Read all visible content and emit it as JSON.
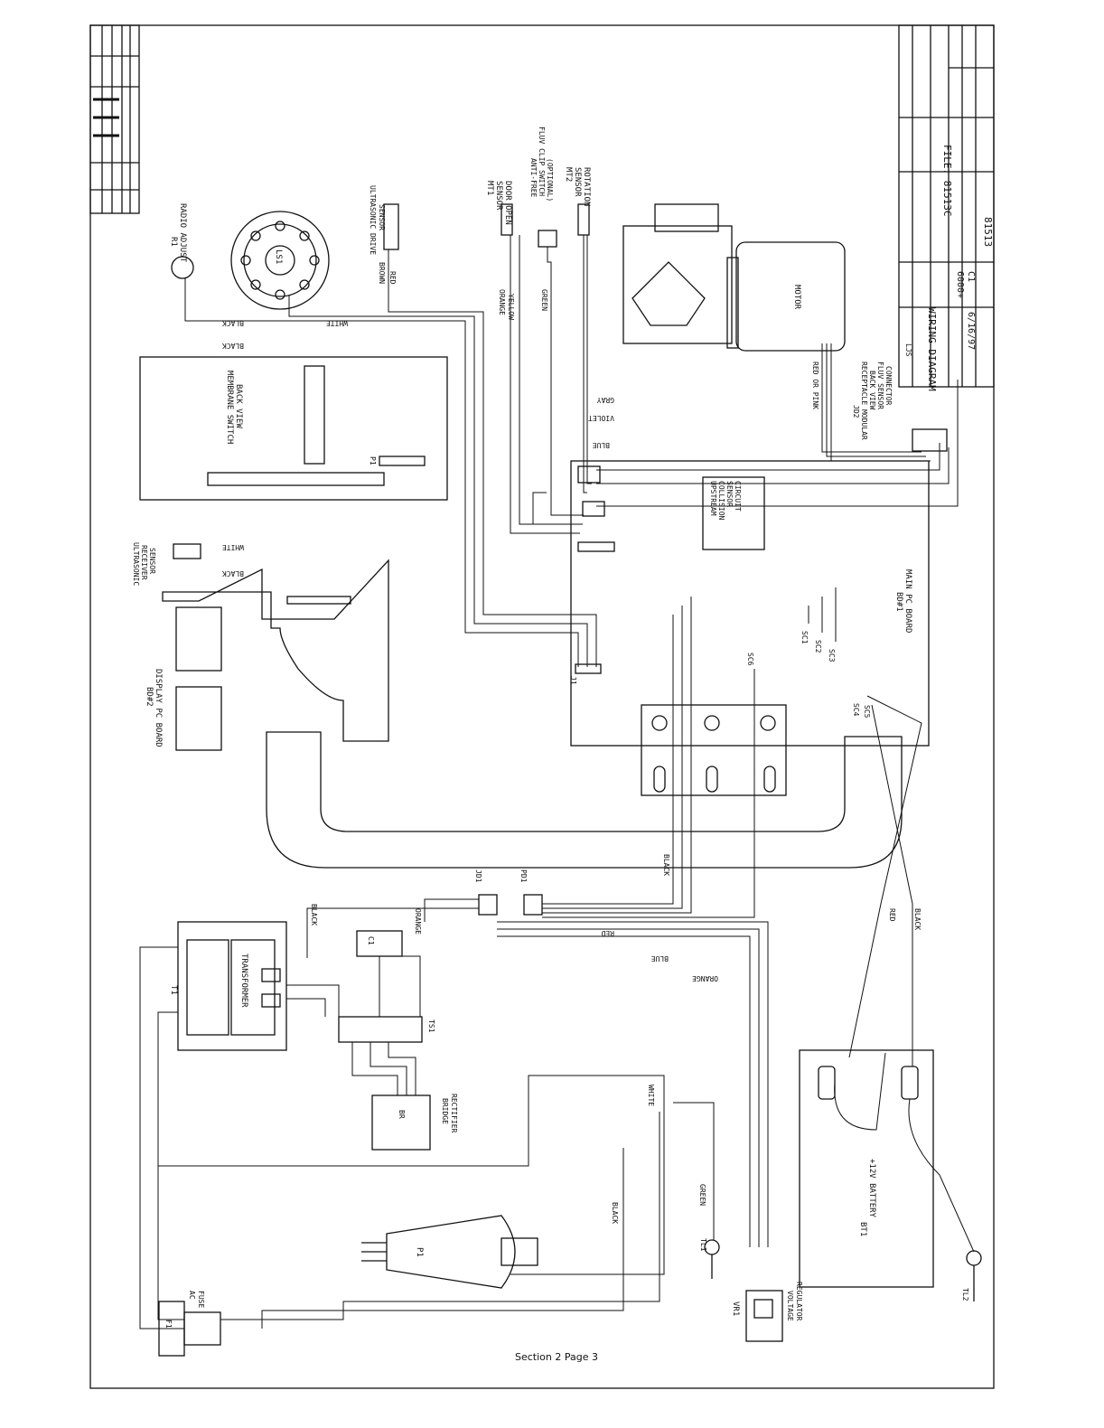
{
  "footer": "Section 2 Page 3",
  "title_block": {
    "file": "FILE: 81513C",
    "title": "WIRING DIAGRAM",
    "model": "6000+",
    "date": "6/16/97",
    "rev": "C1",
    "drawing_no": "81513",
    "drawn_by": "LJS"
  },
  "components": {
    "r1": "R1",
    "r1_desc": "RADIO ADJUST",
    "ls1": "LS1",
    "us_drive": "ULTRASONIC DRIVE",
    "us_drive_sensor": "SENSOR",
    "mt1": "MT1",
    "mt1_desc1": "SENSOR",
    "mt1_desc2": "DOOR OPEN",
    "anti_free1": "ANTI-FREE",
    "anti_free2": "FLUV CLIP SWITCH",
    "anti_free3": "(OPTIONAL)",
    "mt2": "MT2",
    "mt2_desc1": "SENSOR",
    "mt2_desc2": "ROTATION",
    "motor": "MOTOR",
    "membrane1": "MEMBRANE SWITCH",
    "membrane2": "BACK VIEW",
    "p1_conn": "P1",
    "us_recv1": "ULTRASONIC",
    "us_recv2": "RECEIVER",
    "us_recv3": "SENSOR",
    "display_pc1": "BD#2",
    "display_pc2": "DISPLAY PC BOARD",
    "upstream1": "UPSTREAM",
    "upstream2": "COLLISION",
    "upstream3": "SENSOR",
    "upstream4": "CIRCUIT",
    "jd2_1": "JD2",
    "jd2_2": "RECEPTACLE MODULAR",
    "jd2_3": "BACK VIEW",
    "jd2_4": "FLUV SENSOR",
    "jd2_5": "CONNECTOR",
    "main_pc1": "BD#1",
    "main_pc2": "MAIN PC BOARD",
    "sc1": "SC1",
    "sc2": "SC2",
    "sc3": "SC3",
    "sc4": "SC4",
    "sc5": "SC5",
    "sc6": "SC6",
    "j1": "J1",
    "jd1": "JD1",
    "pd1": "PD1",
    "t1": "T1",
    "transformer": "TRANSFORMER",
    "c1": "C1",
    "ts1": "TS1",
    "br": "BR",
    "bridge1": "BRIDGE",
    "bridge2": "RECTIFIER",
    "battery1": "BT1",
    "battery2": "+12V BATTERY",
    "p1_plug": "P1",
    "tl1": "TL1",
    "tl2": "TL2",
    "vr1": "VR1",
    "vreg1": "VOLTAGE",
    "vreg2": "REGULATOR",
    "f1": "F1",
    "fuse1": "AC",
    "fuse2": "FUSE"
  },
  "wire_labels": {
    "black": "BLACK",
    "white": "WHITE",
    "red": "RED",
    "brown": "BROWN",
    "orange": "ORANGE",
    "yellow": "YELLOW",
    "green": "GREEN",
    "gray": "GRAY",
    "violet": "VIOLET",
    "blue": "BLUE",
    "red_or_pink": "RED OR PINK"
  }
}
